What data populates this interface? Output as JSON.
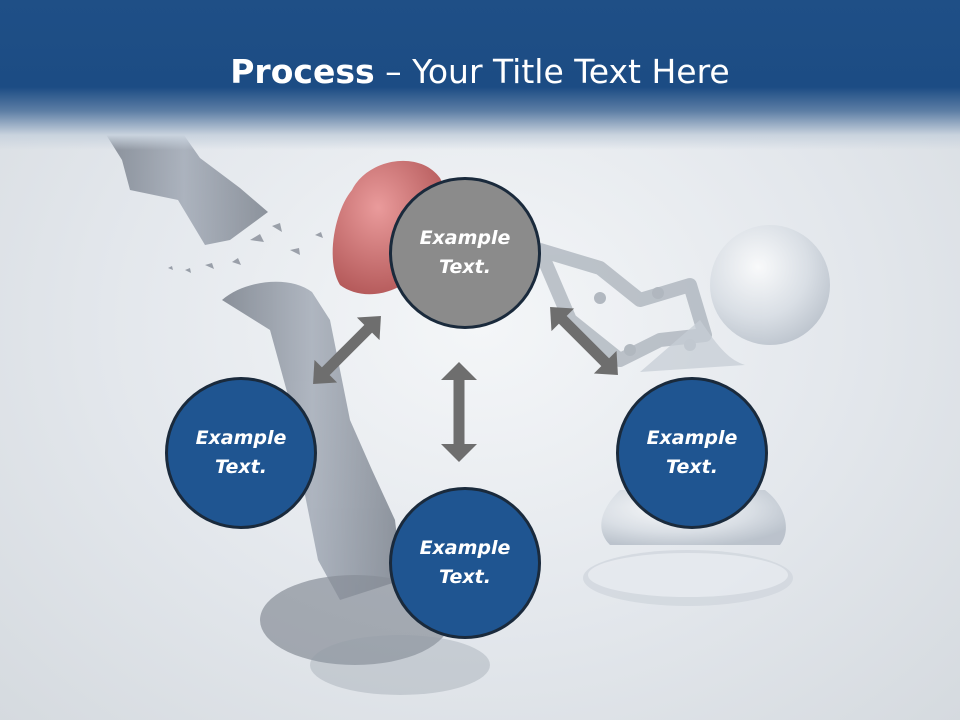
{
  "slide": {
    "title_bold": "Process",
    "title_rest": " – Your Title Text Here"
  },
  "nodes": [
    {
      "id": "center",
      "text": "Example Text.",
      "style": "gray"
    },
    {
      "id": "left",
      "text": "Example Text.",
      "style": "blue"
    },
    {
      "id": "bottom",
      "text": "Example Text.",
      "style": "blue"
    },
    {
      "id": "right",
      "text": "Example Text.",
      "style": "blue"
    }
  ],
  "colors": {
    "header": "#1c4c84",
    "node_blue": "#1f5591",
    "node_gray": "#8b8b8b",
    "arrow": "#6e6e6e"
  },
  "background_art": [
    "chess-king-falling-icon",
    "boxing-glove-icon",
    "chess-pawn-icon",
    "scissor-arm-icon"
  ]
}
